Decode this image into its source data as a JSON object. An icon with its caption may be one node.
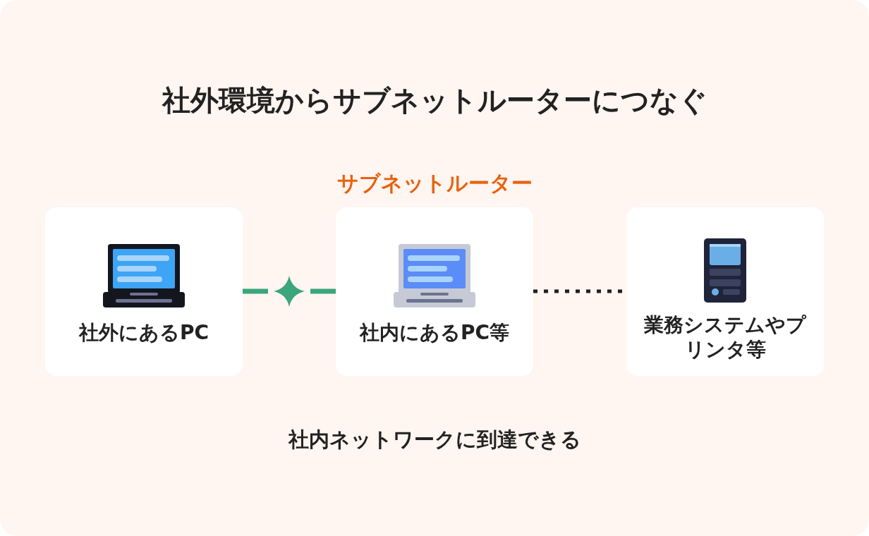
{
  "diagram": {
    "title": "社外環境からサブネットルーターにつなぐ",
    "nodes": [
      {
        "text": [
          "社外にあるPC"
        ]
      },
      {
        "text": [
          "社内にあるPC等"
        ],
        "beside": [
          "サブネットルーター"
        ]
      },
      {
        "text": [
          "業務システムやプリンタ等"
        ]
      }
    ],
    "edges": [
      {
        "from": 0,
        "to": 1,
        "arrow": "none",
        "style": "dashed",
        "color": "#3aa67a"
      },
      {
        "from": 1,
        "to": 2,
        "arrow": "none",
        "style": "dashed",
        "color": "#1f1f24"
      }
    ],
    "labels": [
      "社内ネットワークに到達できる"
    ]
  }
}
